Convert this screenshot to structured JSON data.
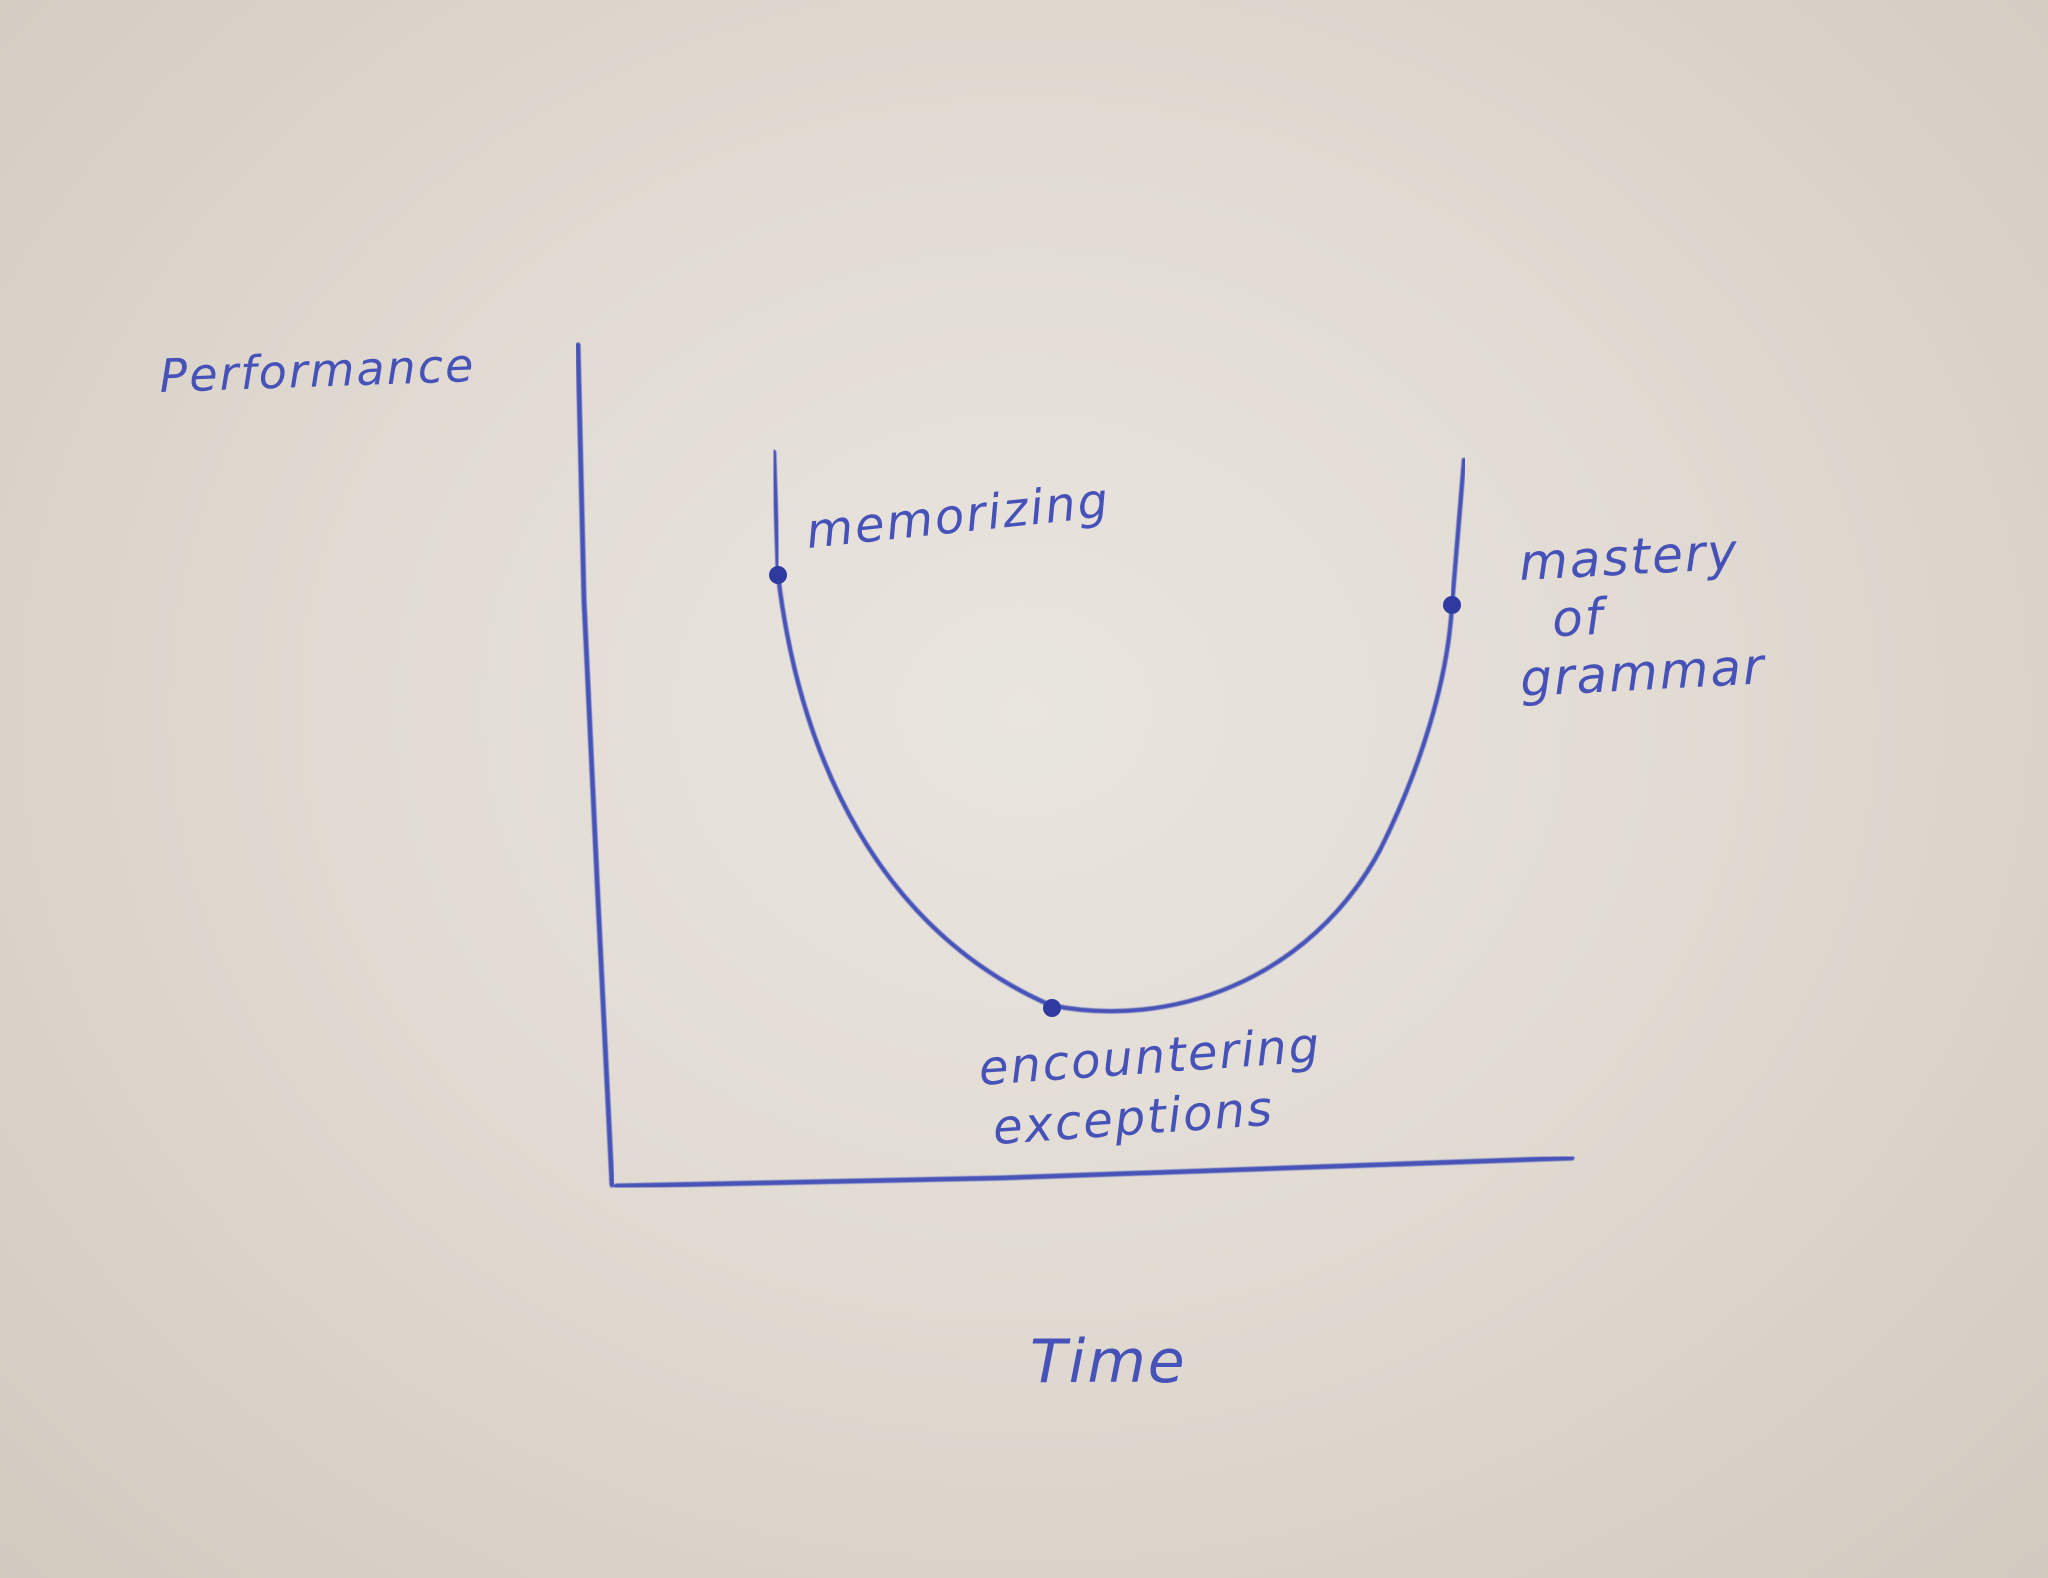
{
  "chart_data": {
    "type": "line",
    "title": "",
    "xlabel": "Time",
    "ylabel": "Performance",
    "axis_ticks": false,
    "grid": false,
    "legend": "none",
    "curve_shape": "U",
    "annotations": [
      {
        "label": "memorizing"
      },
      {
        "label": "encountering exceptions"
      },
      {
        "label": "mastery of grammar"
      }
    ]
  },
  "colors": {
    "ink": "#4652b8",
    "paper": "#e4dfd8"
  }
}
